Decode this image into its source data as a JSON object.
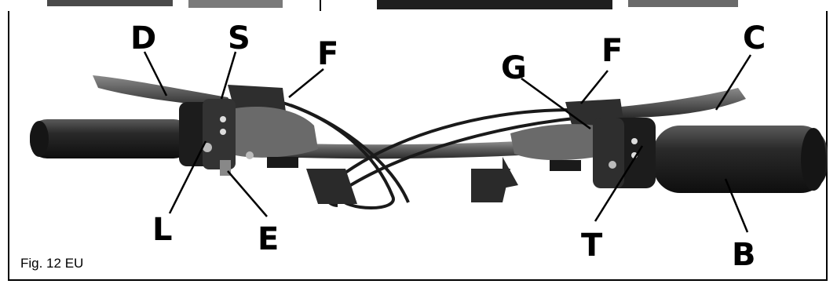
{
  "figure": {
    "caption": "Fig. 12 EU",
    "labels": {
      "D": "D",
      "S": "S",
      "F_left": "F",
      "F_right": "F",
      "G": "G",
      "C": "C",
      "L": "L",
      "E": "E",
      "T": "T",
      "B": "B"
    }
  }
}
